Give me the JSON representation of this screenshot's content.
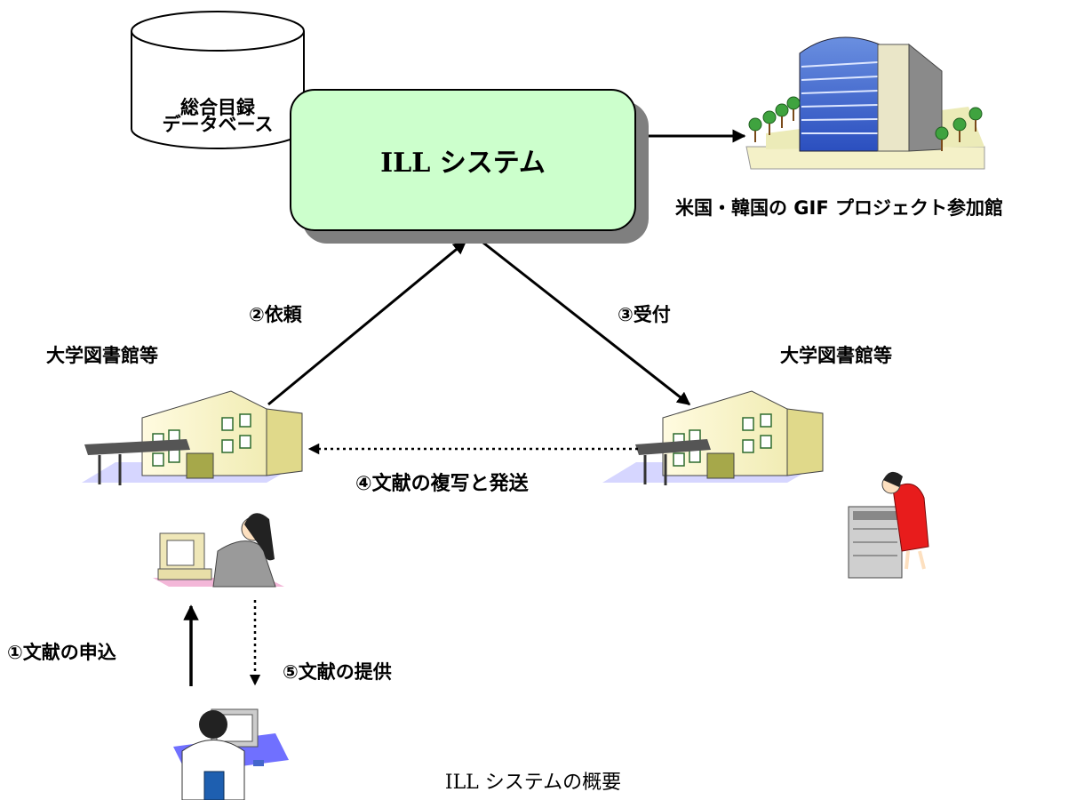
{
  "database": {
    "line1": "総合目録",
    "line2": "データベース"
  },
  "system": {
    "label": "ILL システム"
  },
  "overseas": {
    "label": "米国・韓国の GIF プロジェクト参加館"
  },
  "library_left": {
    "label": "大学図書館等"
  },
  "library_right": {
    "label": "大学図書館等"
  },
  "steps": {
    "request_library": "②依頼",
    "accept": "③受付",
    "copy_send": "④文献の複写と発送",
    "user_request": "①文献の申込",
    "provide": "⑤文献の提供"
  },
  "caption": "ILL システムの概要"
}
